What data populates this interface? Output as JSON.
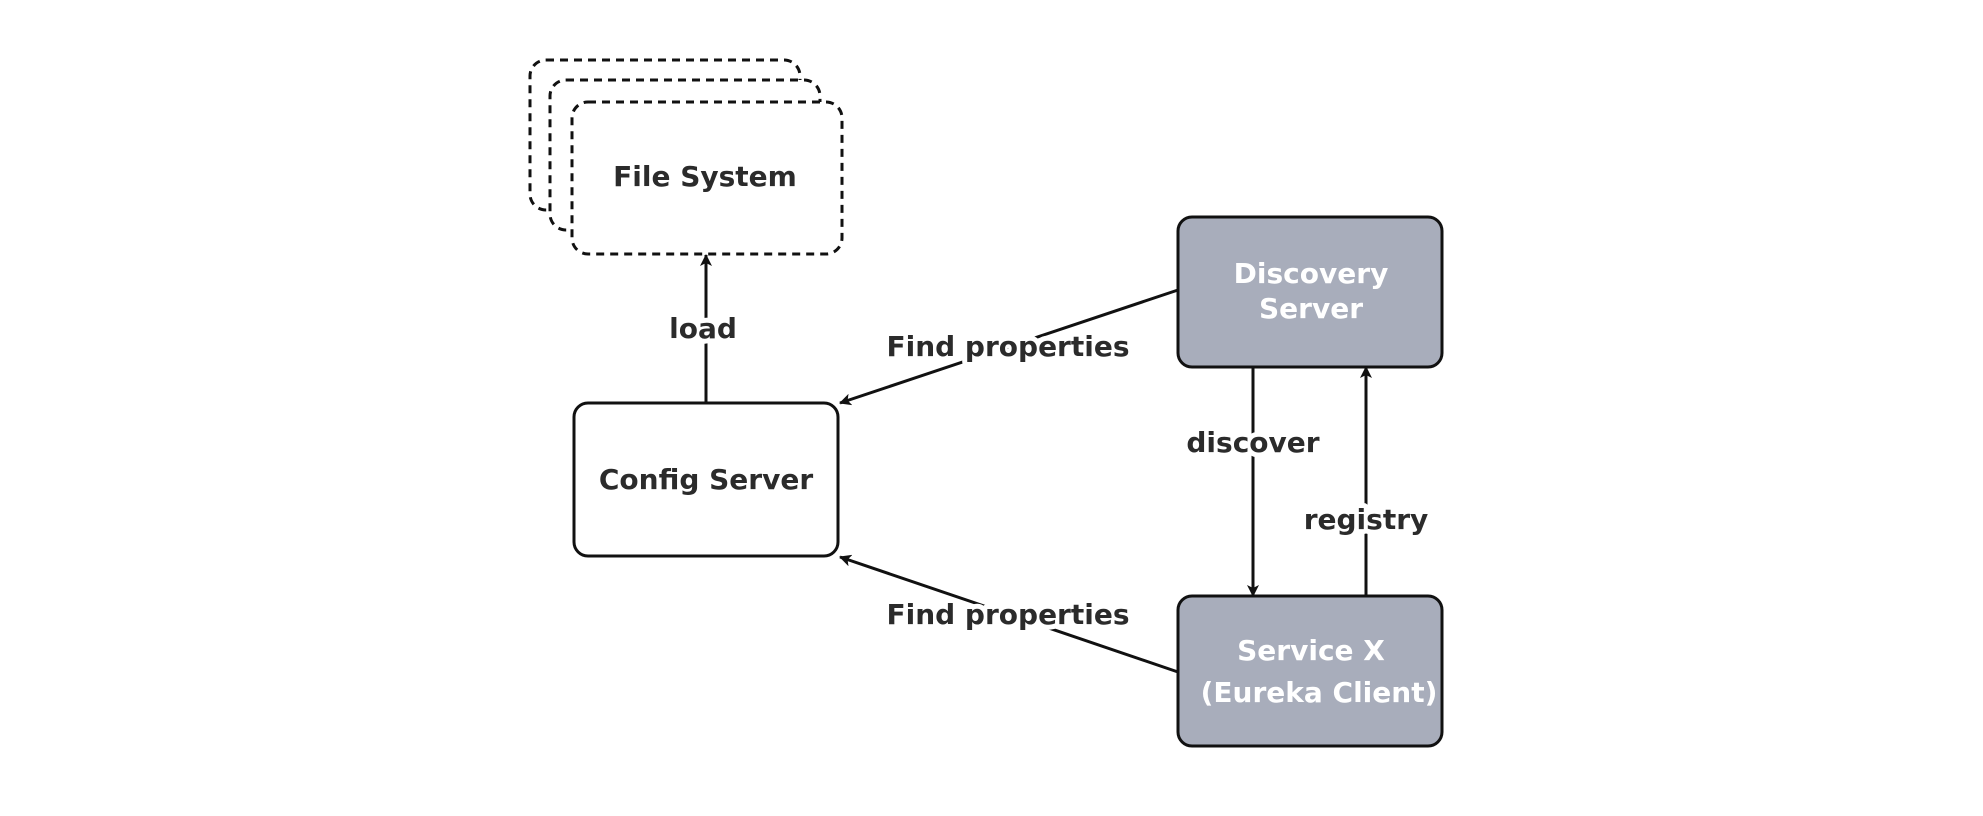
{
  "colors": {
    "filled_node": "#a8adbb",
    "outline": "#111111",
    "text_dark": "#2b2b2b",
    "text_light": "#ffffff"
  },
  "nodes": {
    "file_system": {
      "label": "File System"
    },
    "config_server": {
      "label": "Config Server"
    },
    "discovery_server": {
      "line1": "Discovery",
      "line2": "Server"
    },
    "service_x": {
      "line1": "Service X",
      "line2": "(Eureka Client)"
    }
  },
  "edges": {
    "load": {
      "label": "load"
    },
    "find_properties_top": {
      "label": "Find properties"
    },
    "find_properties_bottom": {
      "label": "Find properties"
    },
    "discover": {
      "label": "discover"
    },
    "registry": {
      "label": "registry"
    }
  }
}
